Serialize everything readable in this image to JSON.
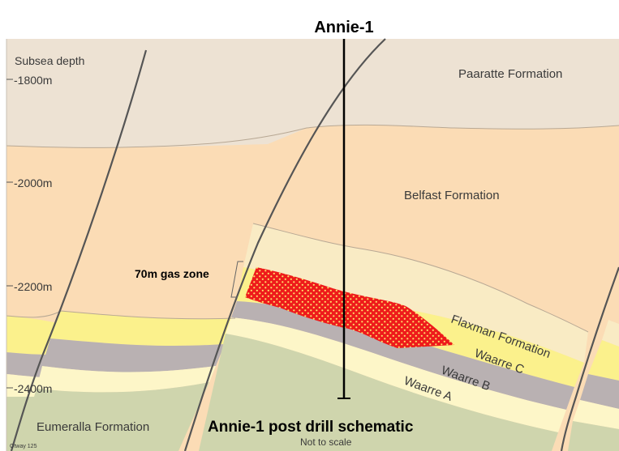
{
  "well_name": "Annie-1",
  "depth_axis": {
    "title": "Subsea depth",
    "ticks": [
      "-1800m",
      "-2000m",
      "-2200m",
      "-2400m"
    ]
  },
  "formations": {
    "paaratte": "Paaratte Formation",
    "belfast": "Belfast Formation",
    "flaxman": "Flaxman Formation",
    "waarre_c": "Waarre C",
    "waarre_b": "Waarre B",
    "waarre_a": "Waarre A",
    "eumeralla": "Eumeralla Formation"
  },
  "gas_zone_label": "70m gas zone",
  "schematic_title": "Annie-1 post drill schematic",
  "scale_note": "Not to scale",
  "figure_code": "Otway 125",
  "colors": {
    "paaratte": "#ede2d3",
    "belfast": "#fbdcb5",
    "flaxman": "#f9ebc4",
    "waarre_c": "#fbf18c",
    "waarre_b": "#b9b1b2",
    "waarre_a": "#fdf6c8",
    "eumeralla": "#cfd5ad",
    "gas_zone": "#ee1b1b",
    "gas_dots": "#ffe36b",
    "fault": "#555555"
  }
}
